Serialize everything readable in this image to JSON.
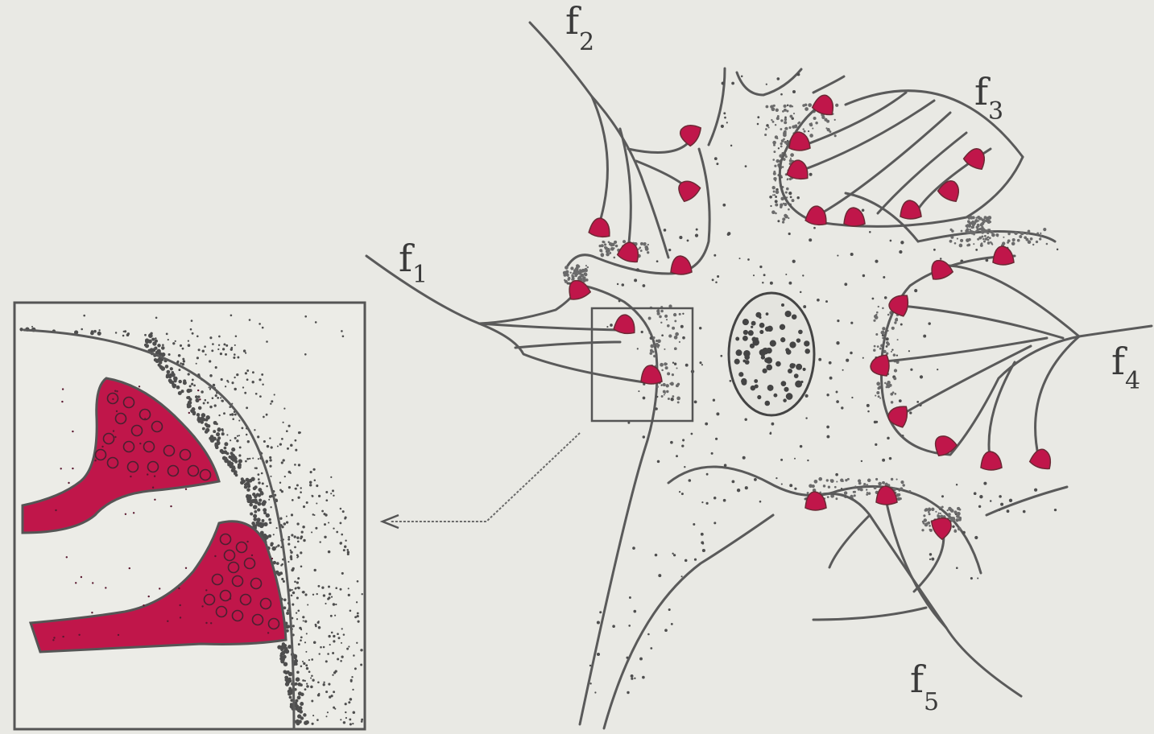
{
  "labels": {
    "f1": {
      "letter": "f",
      "sub": "1"
    },
    "f2": {
      "letter": "f",
      "sub": "2"
    },
    "f3": {
      "letter": "f",
      "sub": "3"
    },
    "f4": {
      "letter": "f",
      "sub": "4"
    },
    "f5": {
      "letter": "f",
      "sub": "5"
    }
  },
  "colors": {
    "bouton": "#c0164a",
    "stroke": "#5a5a5a",
    "background": "#e9e9e4"
  }
}
